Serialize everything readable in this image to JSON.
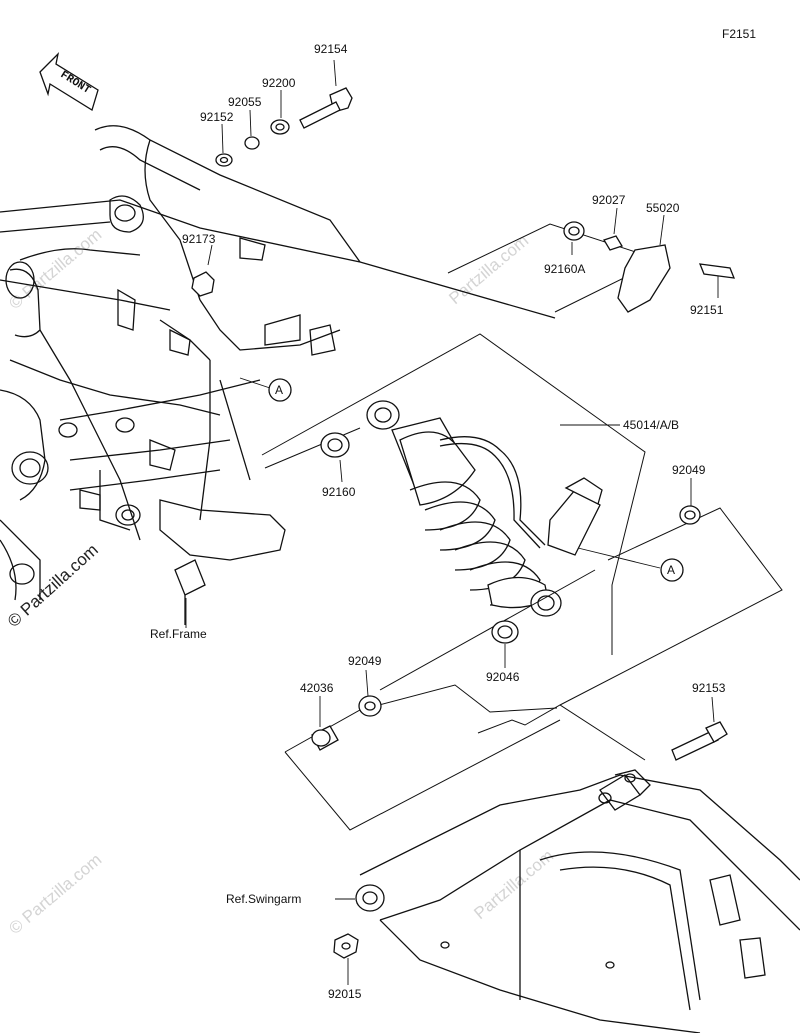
{
  "figure_code": "F2151",
  "front_arrow_text": "FRONT",
  "watermark": "© Partzilla.com",
  "watermark_brand": "Partzilla.com",
  "refs": {
    "frame": "Ref.Frame",
    "swingarm": "Ref.Swingarm"
  },
  "callout_marker": "A",
  "parts": [
    {
      "id": "p92154",
      "number": "92154"
    },
    {
      "id": "p92200",
      "number": "92200"
    },
    {
      "id": "p92055",
      "number": "92055"
    },
    {
      "id": "p92152",
      "number": "92152"
    },
    {
      "id": "p92173",
      "number": "92173"
    },
    {
      "id": "p92027",
      "number": "92027"
    },
    {
      "id": "p55020",
      "number": "55020"
    },
    {
      "id": "p92160A",
      "number": "92160A"
    },
    {
      "id": "p92151",
      "number": "92151"
    },
    {
      "id": "p45014",
      "number": "45014/A/B"
    },
    {
      "id": "p92160",
      "number": "92160"
    },
    {
      "id": "p92049a",
      "number": "92049"
    },
    {
      "id": "p92046",
      "number": "92046"
    },
    {
      "id": "p92049b",
      "number": "92049"
    },
    {
      "id": "p42036",
      "number": "42036"
    },
    {
      "id": "p92153",
      "number": "92153"
    },
    {
      "id": "p92015",
      "number": "92015"
    }
  ]
}
